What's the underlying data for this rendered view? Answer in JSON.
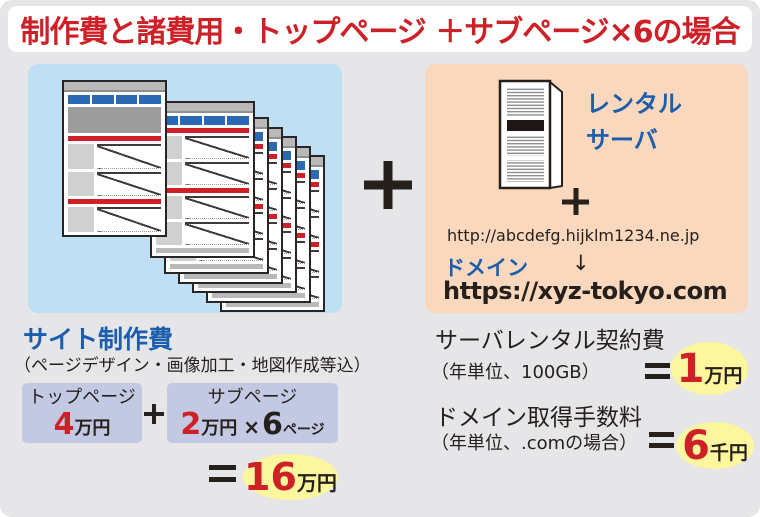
{
  "title": "制作費と諸費用・トップページ ＋サブページ×6の場合",
  "colors": {
    "background_gray": "#e6e6e8",
    "accent_red": "#ce2027",
    "accent_blue": "#1c5dac",
    "panel_blue": "#bfdff4",
    "panel_peach": "#fad8be",
    "price_box_lavender": "#c4c9e3",
    "highlight_yellow": "#fcf69e",
    "text_dark": "#26201d"
  },
  "icons": {
    "plus": "＋",
    "equals": "＝",
    "multiply": "×",
    "arrow_down": "↓",
    "server": "server-tower",
    "pages": "webpage-stack"
  },
  "left_panel": {
    "pages_count": 7,
    "site_cost_title": "サイト制作費",
    "site_cost_note": "（ページデザイン・画像加工・地図作成等込）",
    "top_page_box": {
      "label": "トップページ",
      "price_number": "4",
      "price_unit": "万円"
    },
    "sub_page_box": {
      "label": "サブページ",
      "price_number": "2",
      "price_unit": "万円",
      "times": "×",
      "count": "6",
      "count_unit": "ページ"
    },
    "total": {
      "equals": "＝",
      "number": "16",
      "unit": "万円"
    }
  },
  "right_panel": {
    "server_label_line1": "レンタル",
    "server_label_line2": "サーバ",
    "plus": "＋",
    "temp_url": "http://abcdefg.hijklm1234.ne.jp",
    "domain_label": "ドメイン",
    "arrow_down": "↓",
    "final_url": "https://xyz-tokyo.com"
  },
  "costs": [
    {
      "title": "サーバレンタル契約費",
      "note": "（年単位、100GB）",
      "equals": "＝",
      "number": "1",
      "unit": "万円"
    },
    {
      "title": "ドメイン取得手数料",
      "note": "（年単位、.comの場合）",
      "equals": "＝",
      "number": "6",
      "unit": "千円"
    }
  ]
}
